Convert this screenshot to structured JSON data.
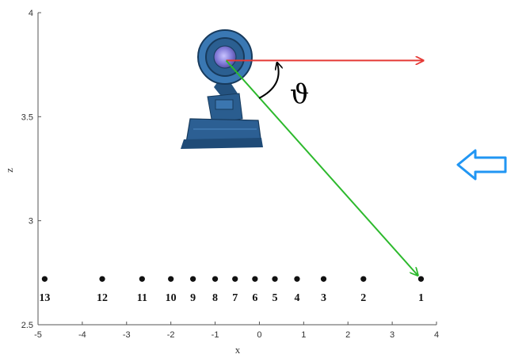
{
  "chart_data": {
    "type": "scatter",
    "xlabel": "x",
    "ylabel": "z",
    "xlim": [
      -5,
      4
    ],
    "ylim": [
      2.5,
      4
    ],
    "x_ticks": [
      "-5",
      "-4",
      "-3",
      "-2",
      "-1",
      "0",
      "1",
      "2",
      "3",
      "4"
    ],
    "y_ticks": [
      "2.5",
      "3",
      "3.5",
      "4"
    ],
    "points": [
      {
        "label": "13",
        "x": -4.85,
        "z": 2.72
      },
      {
        "label": "12",
        "x": -3.55,
        "z": 2.72
      },
      {
        "label": "11",
        "x": -2.65,
        "z": 2.72
      },
      {
        "label": "10",
        "x": -2.0,
        "z": 2.72
      },
      {
        "label": "9",
        "x": -1.5,
        "z": 2.72
      },
      {
        "label": "8",
        "x": -1.0,
        "z": 2.72
      },
      {
        "label": "7",
        "x": -0.55,
        "z": 2.72
      },
      {
        "label": "6",
        "x": -0.1,
        "z": 2.72
      },
      {
        "label": "5",
        "x": 0.35,
        "z": 2.72
      },
      {
        "label": "4",
        "x": 0.85,
        "z": 2.72
      },
      {
        "label": "3",
        "x": 1.45,
        "z": 2.72
      },
      {
        "label": "2",
        "x": 2.35,
        "z": 2.72
      },
      {
        "label": "1",
        "x": 3.65,
        "z": 2.72
      }
    ],
    "camera": {
      "x": -0.75,
      "z": 3.77
    },
    "horizontal_arrow_end": {
      "x": 3.7,
      "z": 3.77
    },
    "sight_line_target_point": "1",
    "angle_symbol": "ϑ",
    "colors": {
      "horizontal_arrow": "#e53935",
      "sight_line": "#2db92d",
      "side_arrow": "#2196f3",
      "points": "#111111",
      "camera": "#2f6fa8"
    },
    "grid": false
  }
}
